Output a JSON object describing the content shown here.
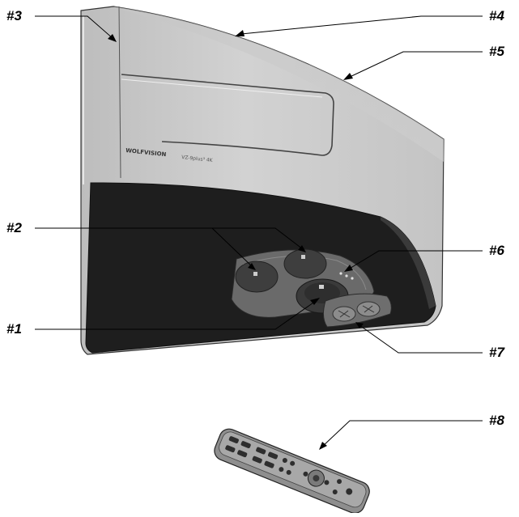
{
  "brand_text": "WOLFVISION",
  "model_text": "VZ-9plus³ 4K",
  "callouts": [
    {
      "id": "3",
      "label": "#3"
    },
    {
      "id": "4",
      "label": "#4"
    },
    {
      "id": "5",
      "label": "#5"
    },
    {
      "id": "2",
      "label": "#2"
    },
    {
      "id": "6",
      "label": "#6"
    },
    {
      "id": "1",
      "label": "#1"
    },
    {
      "id": "7",
      "label": "#7"
    },
    {
      "id": "8",
      "label": "#8"
    }
  ]
}
